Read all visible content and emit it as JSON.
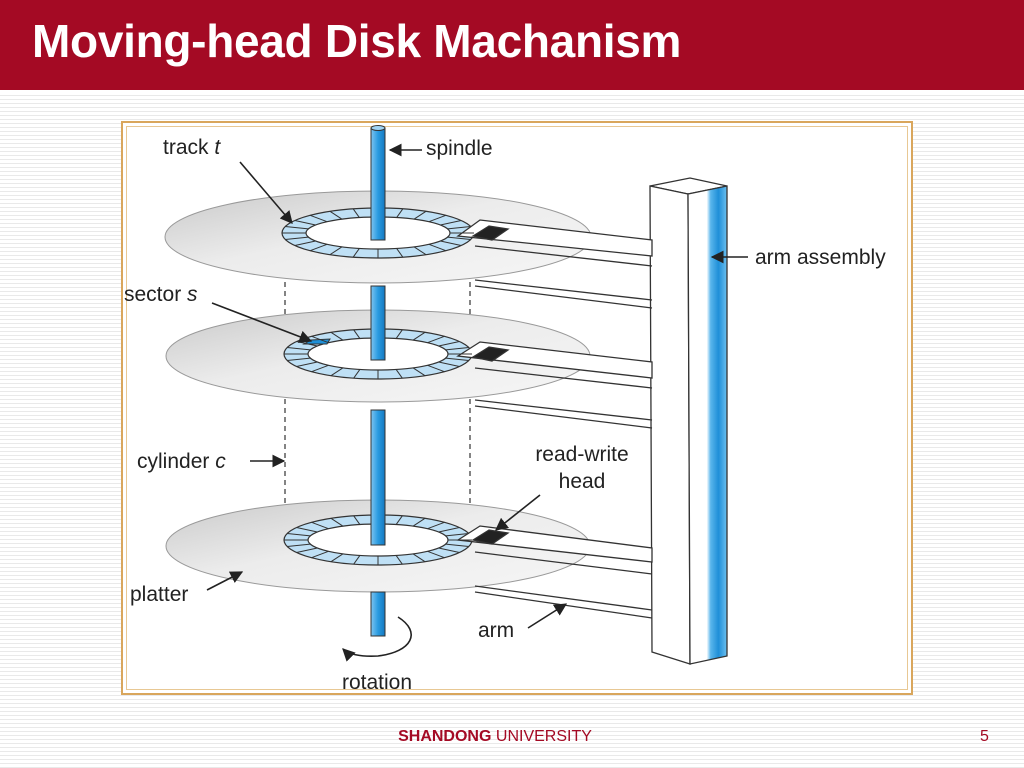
{
  "slide": {
    "title": "Moving-head Disk Machanism",
    "footer_bold": "SHANDONG",
    "footer_rest": "UNIVERSITY",
    "page_number": "5"
  },
  "labels": {
    "track": "track",
    "track_var": "t",
    "spindle": "spindle",
    "arm_assembly": "arm assembly",
    "sector": "sector",
    "sector_var": "s",
    "cylinder": "cylinder",
    "cylinder_var": "c",
    "read_write_1": "read-write",
    "read_write_2": "head",
    "platter": "platter",
    "arm": "arm",
    "rotation": "rotation"
  },
  "colors": {
    "title_bar": "#a40a24",
    "footer_text": "#a40a24",
    "frame": "#d9a65c",
    "spindle_blue": "#2a9be0",
    "track_light_blue": "#bfe0f5",
    "sector_highlight": "#1e90d8",
    "platter_grey": "#d4d4d4"
  }
}
